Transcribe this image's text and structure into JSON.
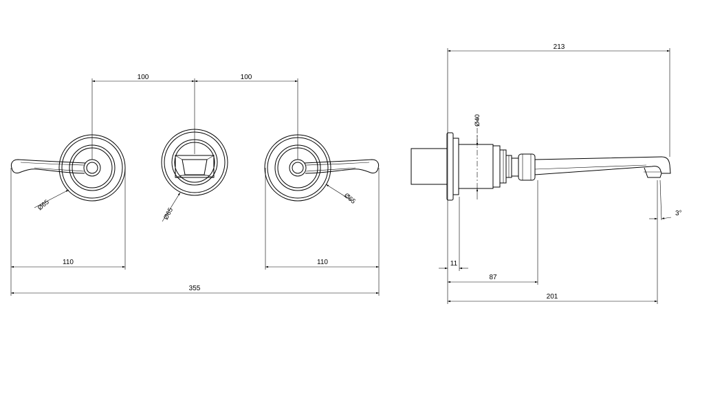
{
  "front_view": {
    "spacing_left": "100",
    "spacing_right": "100",
    "handle_left_width": "110",
    "handle_right_width": "110",
    "overall_width": "355",
    "dia_left": "Ø65",
    "dia_center": "Ø65",
    "dia_right": "Ø65"
  },
  "side_view": {
    "overall_length": "213",
    "body_dia": "Ø40",
    "flange": "11",
    "body_depth": "87",
    "spout_reach": "201",
    "angle": "3°"
  },
  "colors": {
    "line": "#000000",
    "background": "#ffffff"
  }
}
